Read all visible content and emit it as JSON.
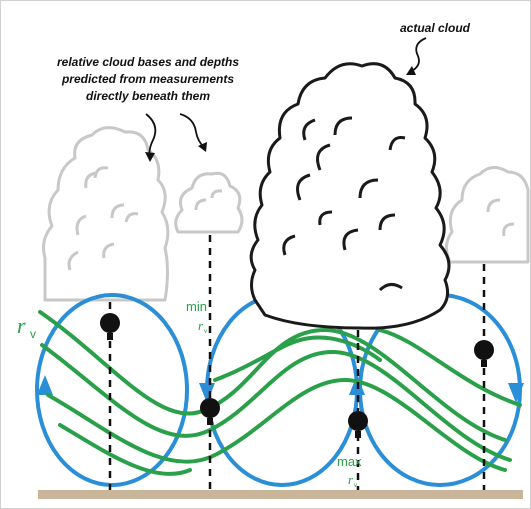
{
  "annotations": {
    "left_caption": [
      "relative cloud bases and depths",
      "predicted from measurements",
      "directly beneath them"
    ],
    "actual_cloud": "actual cloud",
    "rv_symbol": "r",
    "rv_subscript": "v",
    "min_label": "min",
    "max_label": "max",
    "r_symbol": "r",
    "r_subscript": "v"
  },
  "colors": {
    "circulation": "#2a8fd6",
    "moisture": "#2aa04a",
    "ghost_cloud": "#c8c8c8",
    "actual_cloud": "#1a1a1a",
    "ground": "#c8b59a",
    "sensor": "#111111",
    "label_green": "#2aa04a"
  }
}
